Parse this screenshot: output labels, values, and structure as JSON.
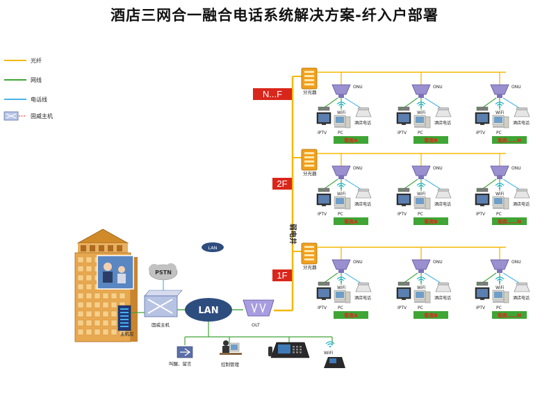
{
  "title": "酒店三网合一融合电话系统解决方案-纤入户部署",
  "legend": [
    {
      "label": "光纤",
      "color": "#f5b800"
    },
    {
      "label": "网线",
      "color": "#3fa535"
    },
    {
      "label": "电话线",
      "color": "#4ab3e6"
    },
    {
      "label": "固威主机",
      "color": "#d9261c"
    }
  ],
  "floors": [
    {
      "tag": "N...F",
      "splitter": "分光器",
      "rooms": [
        {
          "onu": "ONU",
          "iptv": "IPTV",
          "pc": "PC",
          "wifi": "WiFi",
          "phone": "酒店电话",
          "room": "客房A"
        },
        {
          "onu": "ONU",
          "iptv": "IPTV",
          "pc": "PC",
          "wifi": "WiFi",
          "phone": "酒店电话",
          "room": "客房B"
        },
        {
          "onu": "ONU",
          "iptv": "IPTV",
          "pc": "PC",
          "wifi": "WiFi",
          "phone": "酒店电话",
          "room": "客房……N"
        }
      ]
    },
    {
      "tag": "2F",
      "splitter": "分光器",
      "rooms": [
        {
          "onu": "ONU",
          "iptv": "IPTV",
          "pc": "PC",
          "wifi": "WiFi",
          "phone": "酒店电话",
          "room": "客房A"
        },
        {
          "onu": "ONU",
          "iptv": "IPTV",
          "pc": "PC",
          "wifi": "WiFi",
          "phone": "酒店电话",
          "room": "客房B"
        },
        {
          "onu": "ONU",
          "iptv": "IPTV",
          "pc": "PC",
          "wifi": "WiFi",
          "phone": "酒店电话",
          "room": "客房……N"
        }
      ]
    },
    {
      "tag": "1F",
      "splitter": "分光器",
      "rooms": [
        {
          "onu": "ONU",
          "iptv": "IPTV",
          "pc": "PC",
          "wifi": "WiFi",
          "phone": "酒店电话",
          "room": "客房A"
        },
        {
          "onu": "ONU",
          "iptv": "IPTV",
          "pc": "PC",
          "wifi": "WiFi",
          "phone": "酒店电话",
          "room": "客房B"
        },
        {
          "onu": "ONU",
          "iptv": "IPTV",
          "pc": "PC",
          "wifi": "WiFi",
          "phone": "酒店电话",
          "room": "客房……N"
        }
      ]
    }
  ],
  "riser_label": "弱电井",
  "core": {
    "pstn": "PSTN",
    "lan_small": "LAN",
    "lan_main": "LAN",
    "host": "固威主机",
    "olt": "OLT",
    "machine_room": "主机房",
    "wakeup": "叫醒、留言",
    "control": "控制管理",
    "wifi": "WiFi"
  },
  "colors": {
    "fiber": "#f5b800",
    "net": "#3fa535",
    "tel": "#4ab3e6",
    "tag": "#d9261c",
    "lan": "#2e4d7f"
  }
}
